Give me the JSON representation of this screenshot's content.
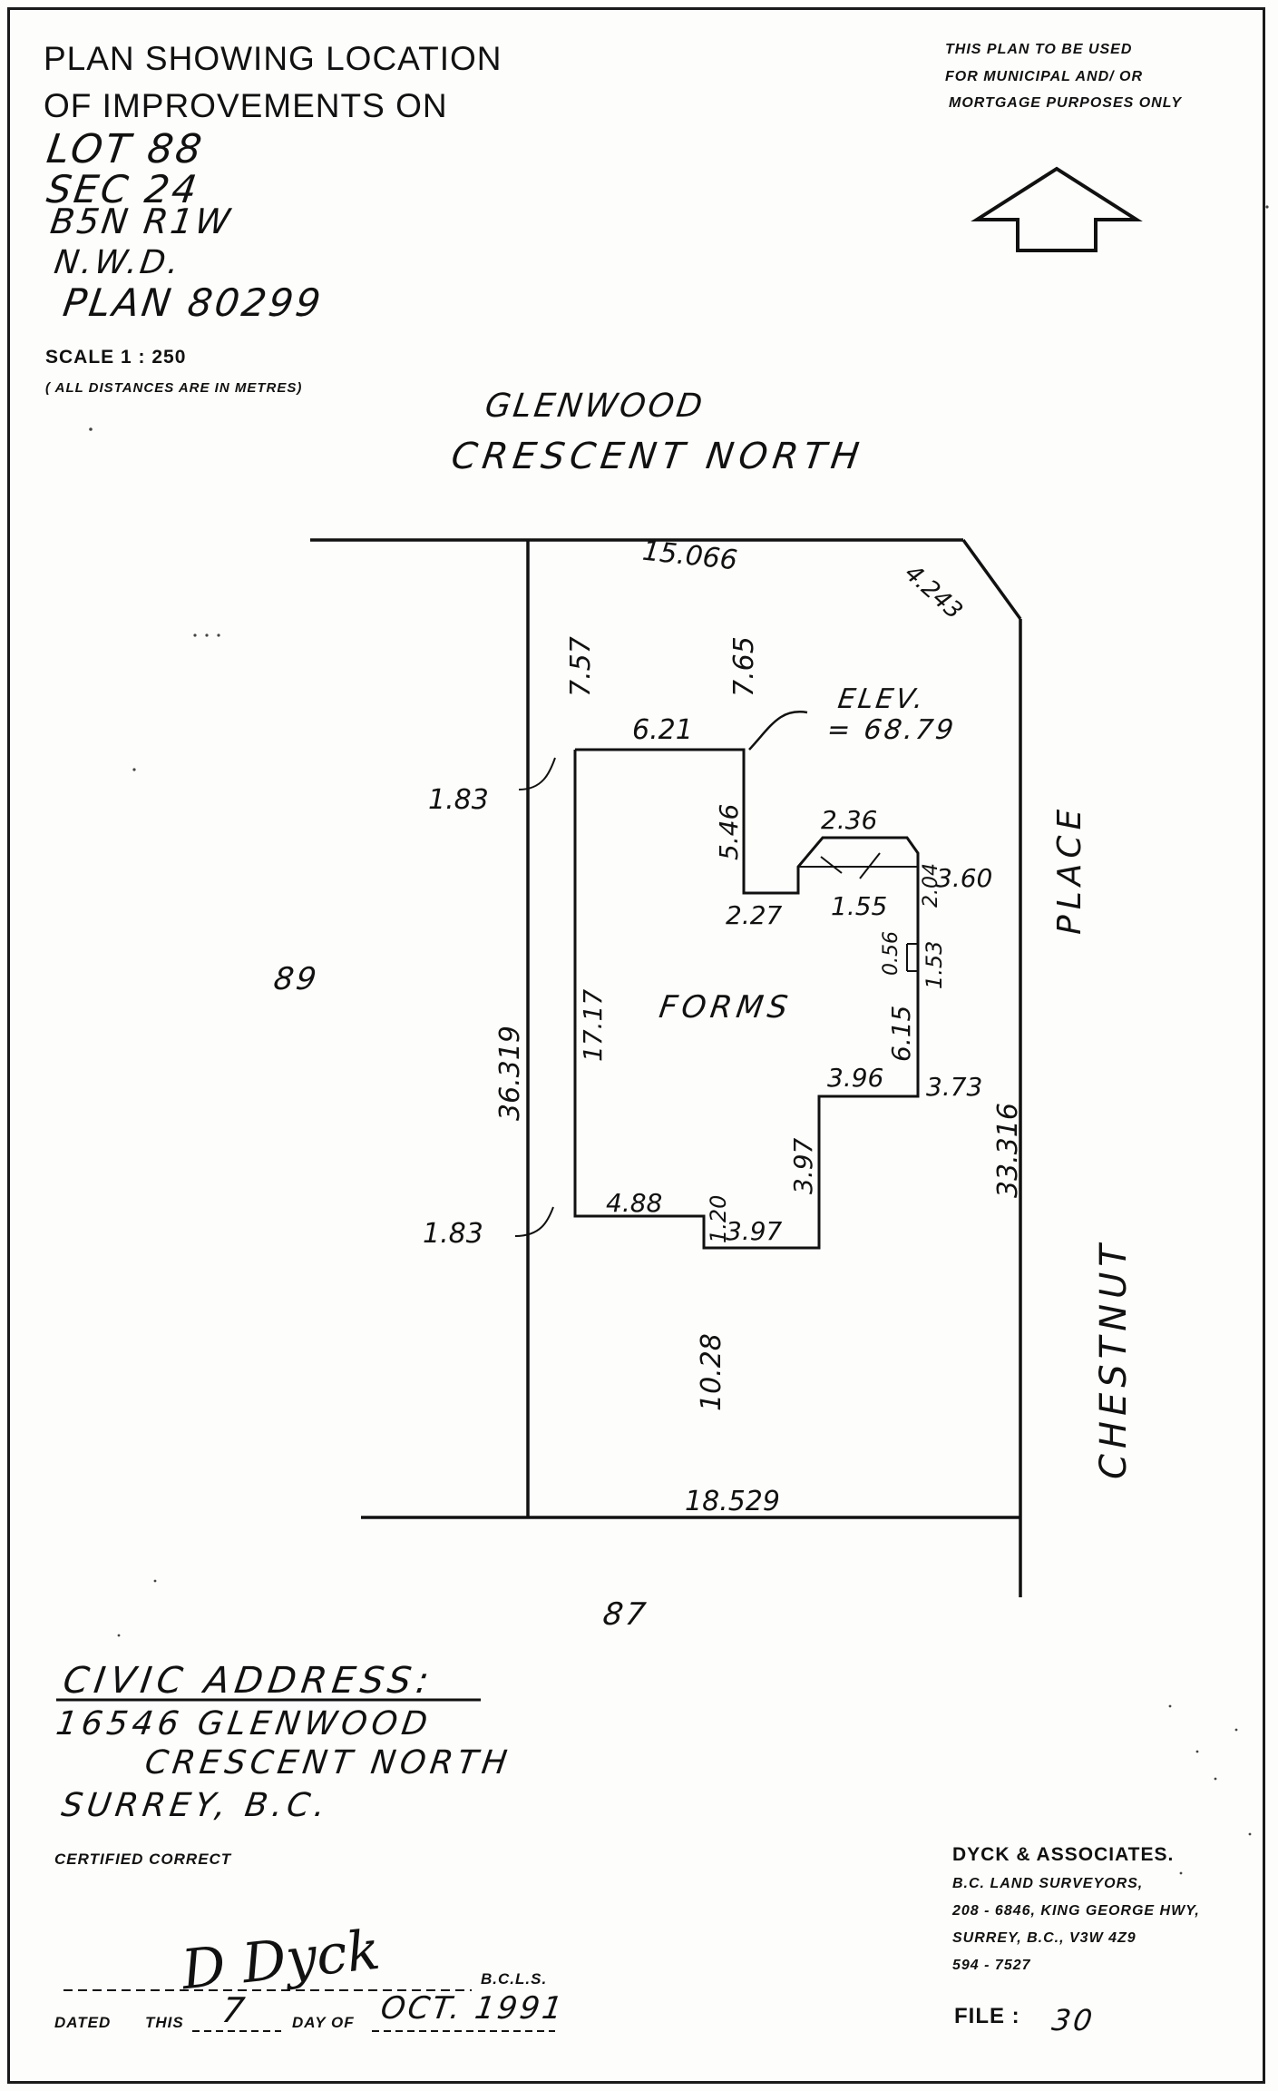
{
  "header": {
    "title_line1": "PLAN SHOWING LOCATION",
    "title_line2": "OF IMPROVEMENTS ON",
    "lot": "LOT 88",
    "sec": "SEC 24",
    "range": "B5N R1W",
    "district": "N.W.D.",
    "plan": "PLAN 80299",
    "scale": "SCALE  1 : 250",
    "units_note": "( ALL DISTANCES ARE IN METRES)"
  },
  "notice": {
    "line1": "THIS PLAN TO BE USED",
    "line2": "FOR MUNICIPAL AND/ OR",
    "line3": "MORTGAGE PURPOSES ONLY"
  },
  "streets": {
    "north_line1": "GLENWOOD",
    "north_line2": "CRESCENT  NORTH",
    "east_upper": "PLACE",
    "east_lower": "CHESTNUT"
  },
  "lots": {
    "west": "89",
    "south": "87"
  },
  "building": {
    "label": "FORMS",
    "elev_label": "ELEV.",
    "elev_value": "= 68.79"
  },
  "dimensions": {
    "north_boundary": "15.066",
    "corner_cut": "4.243",
    "west_boundary": "36.319",
    "east_boundary": "33.316",
    "south_boundary": "18.529",
    "setback_north_west": "7.57",
    "setback_north_mid": "7.65",
    "setback_west_top": "1.83",
    "setback_west_bottom": "1.83",
    "setback_south": "10.28",
    "bldg_north": "6.21",
    "bldg_step_depth": "5.46",
    "bldg_step_width": "2.27",
    "bldg_bay_width": "2.36",
    "bldg_bay_depth": "1.55",
    "bldg_bay_side": "2.04",
    "bldg_bay_setback": "3.60",
    "bldg_small_a": "0.56",
    "bldg_small_b": "1.53",
    "bldg_east_wall": "6.15",
    "bldg_east_step": "3.96",
    "bldg_east_setback": "3.73",
    "bldg_west_wall": "17.17",
    "bldg_south_wall": "4.88",
    "bldg_south_jog": "1.20",
    "bldg_south_step": "3.97",
    "bldg_south_step_width": "3.97"
  },
  "civic": {
    "heading": "CIVIC ADDRESS:",
    "line1": "16546  GLENWOOD",
    "line2": "CRESCENT  NORTH",
    "line3": "SURREY, B.C."
  },
  "certification": {
    "certified": "CERTIFIED CORRECT",
    "signature": "D Dyck",
    "designation": "B.C.L.S.",
    "dated_label": "DATED",
    "this_label": "THIS",
    "day_value": "7",
    "day_of_label": "DAY OF",
    "date_value": "OCT. 1991"
  },
  "surveyor": {
    "firm": "DYCK & ASSOCIATES.",
    "title": "B.C. LAND  SURVEYORS,",
    "address1": "208 - 6846, KING GEORGE HWY,",
    "address2": "SURREY,  B.C.,   V3W 4Z9",
    "phone": "594  -  7527",
    "file_label": "FILE  :",
    "file_value": "30"
  }
}
